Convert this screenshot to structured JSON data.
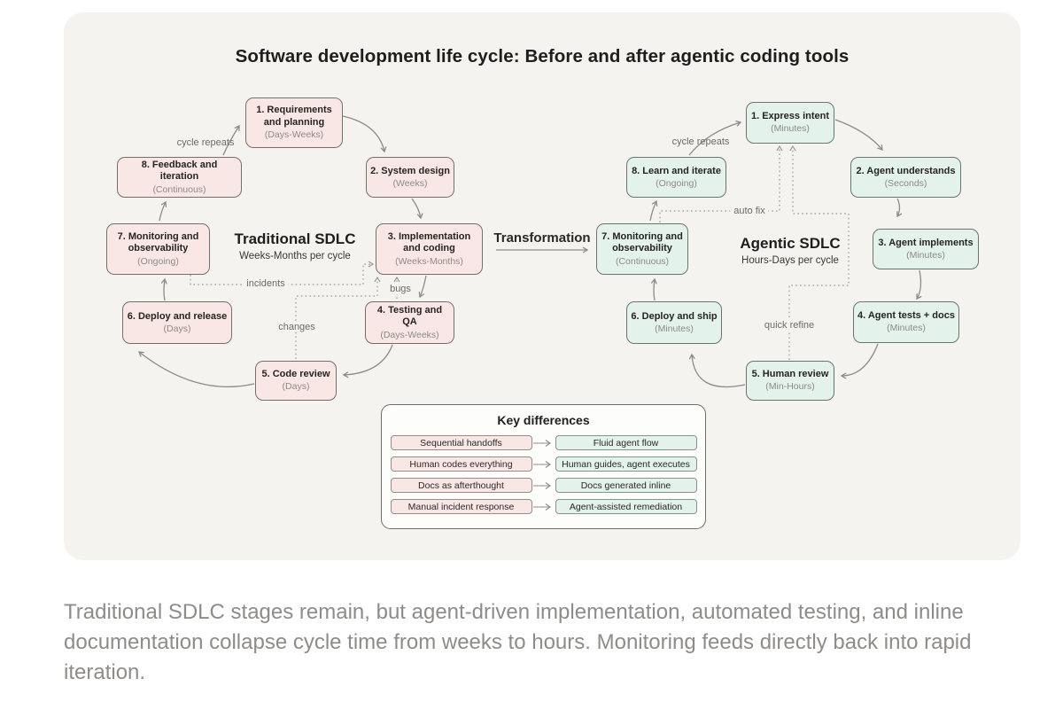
{
  "title": "Software development life cycle: Before and after agentic coding tools",
  "transformation_label": "Transformation",
  "traditional": {
    "name": "Traditional SDLC",
    "cycle_time": "Weeks-Months per cycle",
    "cycle_label": "cycle repeats",
    "stages": [
      {
        "label": "1. Requirements and planning",
        "duration": "(Days-Weeks)"
      },
      {
        "label": "2. System design",
        "duration": "(Weeks)"
      },
      {
        "label": "3. Implementation and coding",
        "duration": "(Weeks-Months)"
      },
      {
        "label": "4. Testing and QA",
        "duration": "(Days-Weeks)"
      },
      {
        "label": "5. Code review",
        "duration": "(Days)"
      },
      {
        "label": "6. Deploy and release",
        "duration": "(Days)"
      },
      {
        "label": "7. Monitoring and observability",
        "duration": "(Ongoing)"
      },
      {
        "label": "8. Feedback and iteration",
        "duration": "(Continuous)"
      }
    ],
    "feedback": {
      "incidents": "incidents",
      "changes": "changes",
      "bugs": "bugs"
    }
  },
  "agentic": {
    "name": "Agentic SDLC",
    "cycle_time": "Hours-Days per cycle",
    "cycle_label": "cycle repeats",
    "stages": [
      {
        "label": "1. Express intent",
        "duration": "(Minutes)"
      },
      {
        "label": "2. Agent understands",
        "duration": "(Seconds)"
      },
      {
        "label": "3. Agent implements",
        "duration": "(Minutes)"
      },
      {
        "label": "4. Agent tests + docs",
        "duration": "(Minutes)"
      },
      {
        "label": "5. Human review",
        "duration": "(Min-Hours)"
      },
      {
        "label": "6. Deploy and ship",
        "duration": "(Minutes)"
      },
      {
        "label": "7. Monitoring and observability",
        "duration": "(Continuous)"
      },
      {
        "label": "8. Learn and iterate",
        "duration": "(Ongoing)"
      }
    ],
    "feedback": {
      "auto_fix": "auto fix",
      "quick_refine": "quick refine"
    }
  },
  "key_differences": {
    "title": "Key differences",
    "rows": [
      {
        "before": "Sequential handoffs",
        "after": "Fluid agent flow"
      },
      {
        "before": "Human codes everything",
        "after": "Human guides, agent executes"
      },
      {
        "before": "Docs as afterthought",
        "after": "Docs generated inline"
      },
      {
        "before": "Manual incident response",
        "after": "Agent-assisted remediation"
      }
    ]
  },
  "caption": "Traditional SDLC stages remain, but agent-driven implementation, automated testing, and inline documentation collapse cycle time from weeks to hours. Monitoring feeds directly back into rapid iteration.",
  "colors": {
    "card_bg": "#f5f3f0",
    "traditional_fill": "#f9e7e6",
    "agentic_fill": "#e4f2ec",
    "arrow": "#8a8a8a",
    "dotted": "#9b9792"
  }
}
